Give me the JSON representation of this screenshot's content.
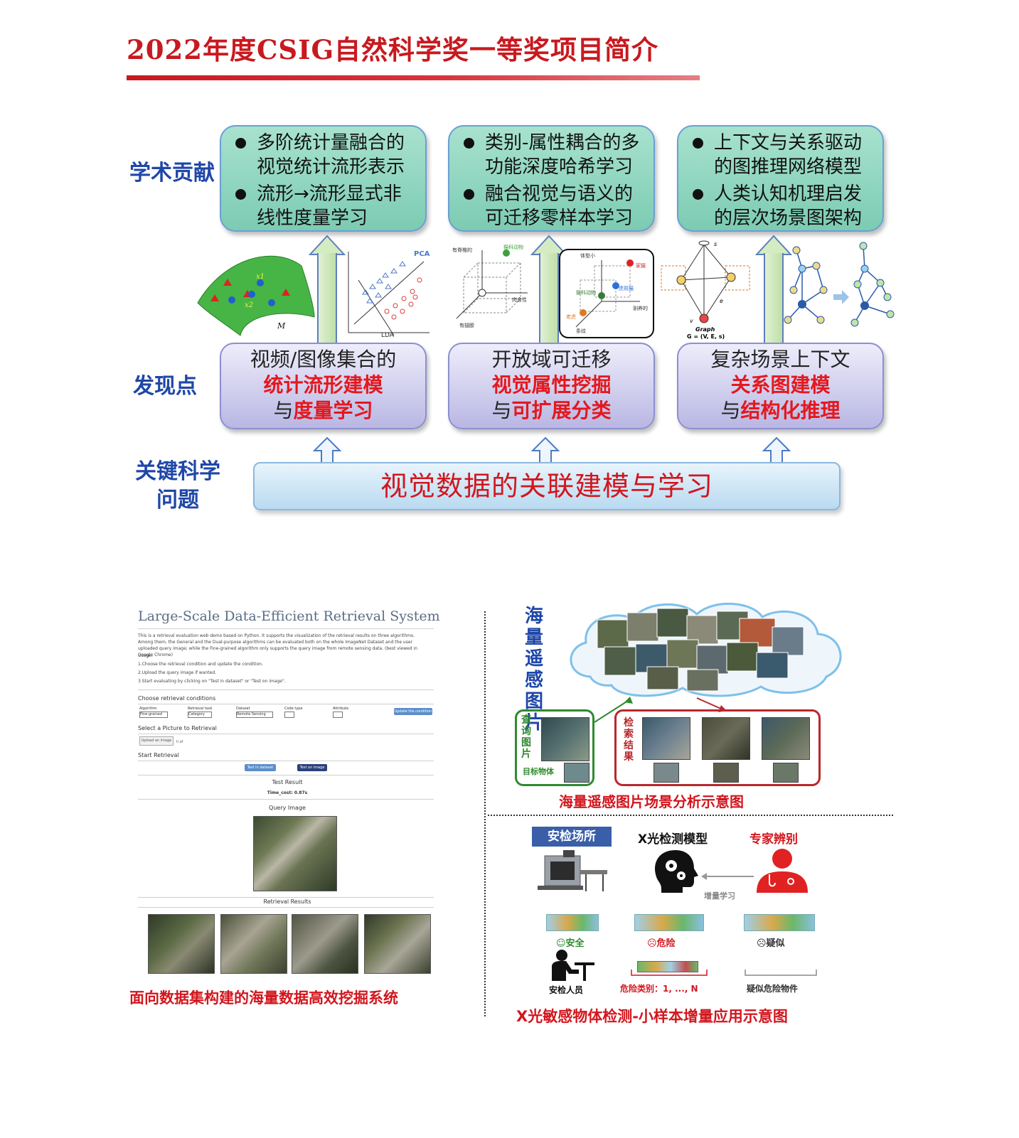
{
  "title": "2022年度CSIG自然科学奖一等奖项目简介",
  "rows": {
    "academic": "学术贡献",
    "finding": "发现点",
    "key_line1": "关键科学",
    "key_line2": "问题"
  },
  "contributions": [
    {
      "b1": "多阶统计量融合的视觉统计流形表示",
      "b2": "流形→流形显式非线性度量学习"
    },
    {
      "b1": "类别-属性耦合的多功能深度哈希学习",
      "b2": "融合视觉与语义的可迁移零样本学习"
    },
    {
      "b1": "上下文与关系驱动的图推理网络模型",
      "b2": "人类认知机理启发的层次场景图架构"
    }
  ],
  "findings": [
    {
      "l1": "视频/图像集合的",
      "l2": "统计流形建模",
      "l3a": "与",
      "l3b": "度量学习"
    },
    {
      "l1": "开放域可迁移",
      "l2": "视觉属性挖掘",
      "l3a": "与",
      "l3b": "可扩展分类"
    },
    {
      "l1": "复杂场景上下文",
      "l2": "关系图建模",
      "l3a": "与",
      "l3b": "结构化推理"
    }
  ],
  "key_problem": "视觉数据的关联建模与学习",
  "illustrations": {
    "manifold": {
      "x1": "x1",
      "x2": "x2",
      "m": "M"
    },
    "pca_lda": {
      "pca": "PCA",
      "lda": "LDA"
    },
    "attr_cube1": {
      "y": "有脊椎的",
      "x": "肉食性",
      "z": "有翅膀",
      "top": "猫科动物"
    },
    "attr_cube2": {
      "y": "体型小",
      "x": "驯养的",
      "z": "条纹",
      "a": "家猫",
      "b": "猫科动物",
      "c": "虎斑猫",
      "d": "老虎"
    },
    "graph": {
      "s": "s",
      "e": "e",
      "v": "v",
      "cap1": "Graph",
      "cap2": "G = (V, E, s)"
    }
  },
  "retrieval": {
    "title": "Large-Scale Data-Efficient Retrieval System",
    "intro": "This is a retrieval evaluation web demo based on Python. It supports the visualization of the retrieval results on three algorithms. Among them, the General and the Dual-purpose algorithms can be evaluated both on the whole ImageNet Dataset and the user uploaded query image; while the Fine-grained algorithm only supports the query image from remote sensing data. (best viewed in Google Chrome)",
    "usage": "Usage:",
    "step1": "1.Choose the retrieval condition and update the condition.",
    "step2": "2.Upload the query image if wanted.",
    "step3": "3.Start evaluating by clicking on \"Test in dataset\" or \"Test on image\".",
    "choose": "Choose retrieval conditions",
    "lbl_algorithm": "Algorithm",
    "val_algorithm": "Fine-grained",
    "lbl_task": "Retrieval task",
    "val_task": "Category",
    "lbl_dataset": "Dataset",
    "val_dataset": "Remote Sensing",
    "lbl_code": "Code type",
    "val_code": "",
    "lbl_attr": "Attribute",
    "val_attr": "",
    "update_btn": "Update the condition",
    "select_pic": "Select a Picture to Retrieval",
    "upload_btn": "Upload an image",
    "upload_note": "Ii of",
    "start": "Start Retrieval",
    "test_dataset": "Test in dataset",
    "test_image": "Test on image",
    "test_result": "Test Result",
    "time_cost": "Time_cost: 0.87s",
    "query_image": "Query Image",
    "retrieval_results": "Retrieval Results"
  },
  "caption_left": "面向数据集构建的海量数据高效挖掘系统",
  "remote_sensing": {
    "vertical_title": "海量遥感图片",
    "query_label": "查询图片",
    "target_label": "目标物体",
    "result_label": "检索结果",
    "caption": "海量遥感图片场景分析示意图"
  },
  "xray": {
    "site": "安检场所",
    "model": "X光检测模型",
    "expert": "专家辨别",
    "incremental": "增量学习",
    "safe": "☺安全",
    "danger": "☹危险",
    "suspect": "☹疑似",
    "staff": "安检人员",
    "danger_classes": "危险类别：1, ..., N",
    "suspect_items": "疑似危险物件",
    "caption": "X光敏感物体检测-小样本增量应用示意图"
  },
  "colors": {
    "title_red": "#c8191f",
    "label_blue": "#1f47a8",
    "accent_red": "#e4181e",
    "contrib_green": "#8fd5bd",
    "finding_purple": "#c9c7ec"
  }
}
